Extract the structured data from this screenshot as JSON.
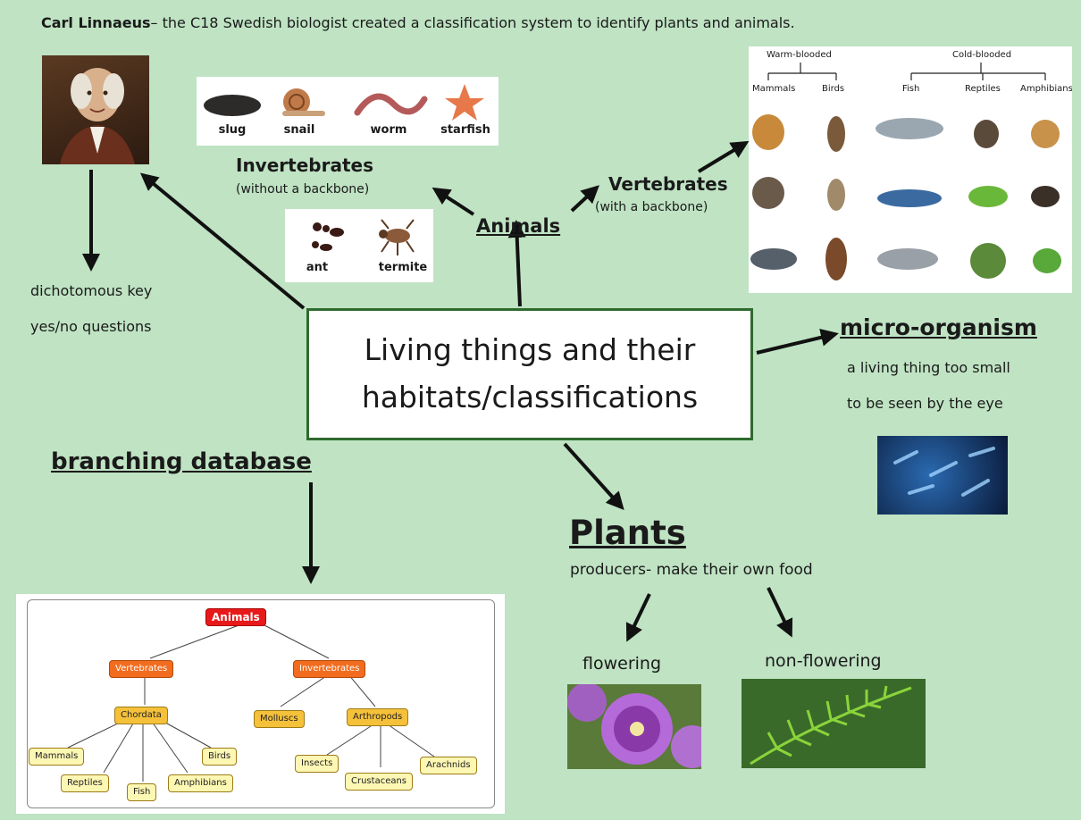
{
  "header": {
    "name": "Carl Linnaeus",
    "rest": "– the C18 Swedish biologist created a classification system to identify plants and animals."
  },
  "center": {
    "line1": "Living things and their",
    "line2": "habitats/classifications"
  },
  "linnaeus_notes": {
    "line1": "dichotomous key",
    "line2": "yes/no questions"
  },
  "invertebrates": {
    "title": "Invertebrates",
    "subtitle": "(without a backbone)",
    "examples_top": [
      "slug",
      "snail",
      "worm",
      "starfish"
    ],
    "examples_bottom": [
      "ant",
      "termite"
    ]
  },
  "animals": {
    "label": "Animals"
  },
  "vertebrates": {
    "title": "Vertebrates",
    "subtitle": "(with a backbone)",
    "chart": {
      "warm": "Warm-blooded",
      "cold": "Cold-blooded",
      "groups": [
        "Mammals",
        "Birds",
        "Fish",
        "Reptiles",
        "Amphibians"
      ]
    }
  },
  "micro": {
    "title": "micro-organism",
    "line1": "a living thing too small",
    "line2": "to be seen by the eye"
  },
  "branching": {
    "title": "branching database"
  },
  "tree": {
    "root": "Animals",
    "vert": "Vertebrates",
    "invert": "Invertebrates",
    "chordata": "Chordata",
    "molluscs": "Molluscs",
    "arthropods": "Arthropods",
    "mammals": "Mammals",
    "reptiles": "Reptiles",
    "fish": "Fish",
    "amphibians": "Amphibians",
    "birds": "Birds",
    "insects": "Insects",
    "crustaceans": "Crustaceans",
    "arachnids": "Arachnids"
  },
  "plants": {
    "title": "Plants",
    "subtitle": "producers- make their own food",
    "flowering": "flowering",
    "nonflowering": "non-flowering"
  },
  "colors": {
    "background": "#bfe3c3",
    "center_border": "#2e6b2e"
  }
}
